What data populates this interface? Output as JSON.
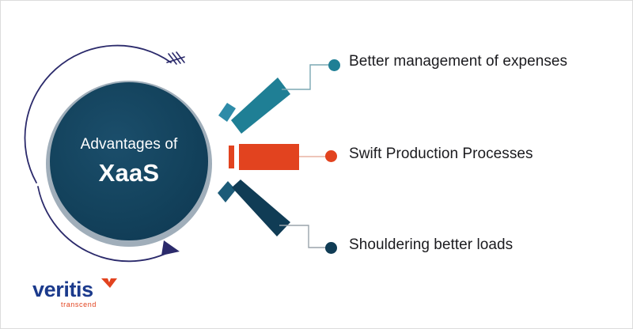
{
  "graphic": {
    "title_line_1": "Advantages of",
    "title_line_2": "XaaS",
    "background_color": "#ffffff",
    "circle_color": "#13425c",
    "circle_ring_color": "#8fa0ae",
    "arrow_color": "#2b2a6b"
  },
  "items": [
    {
      "label": "Better management of expenses",
      "color": "#1f7f95",
      "cap_color": "#2e8ba8",
      "bullet_color": "#1f7f95"
    },
    {
      "label": "Swift Production Processes",
      "color": "#e2431f",
      "cap_color": "#e2431f",
      "bullet_color": "#e2431f"
    },
    {
      "label": "Shouldering better loads",
      "color": "#103c55",
      "cap_color": "#1c5b78",
      "bullet_color": "#103c55"
    }
  ],
  "logo": {
    "word": "veritis",
    "tagline": "transcend",
    "word_color": "#1b3a8c",
    "tagline_color": "#e2431f",
    "mark_color": "#e2431f"
  }
}
